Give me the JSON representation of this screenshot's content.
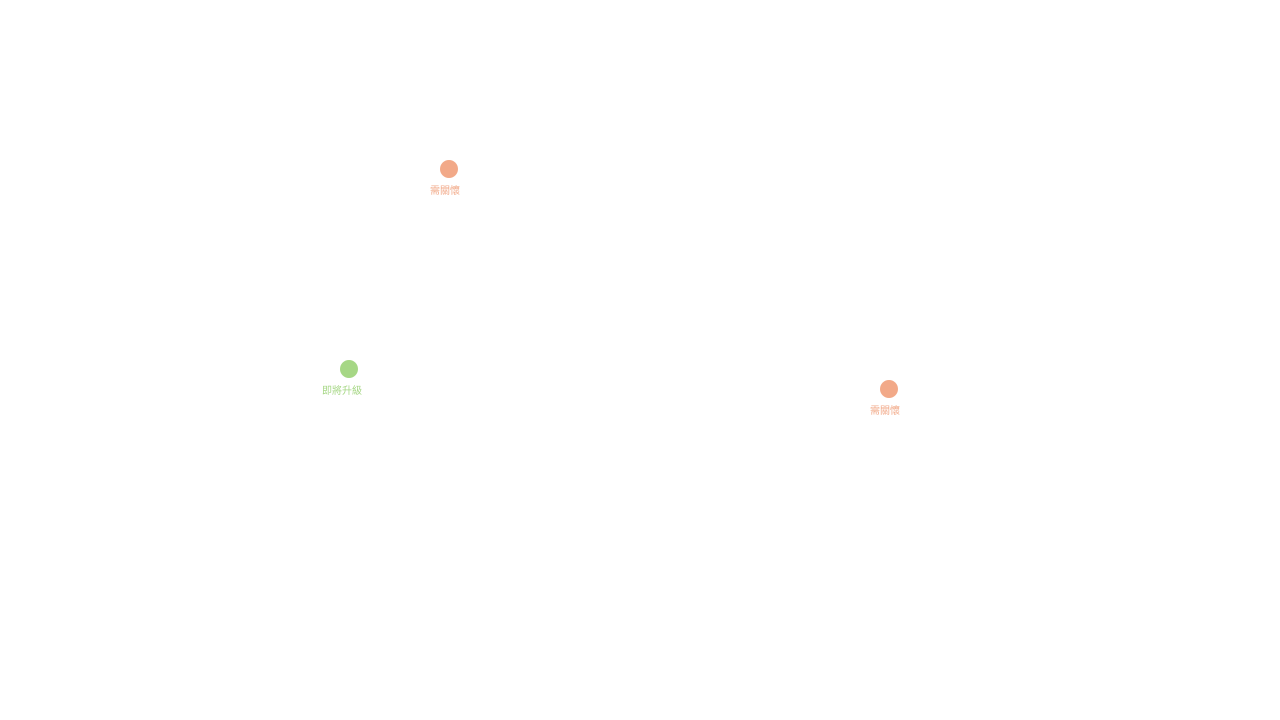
{
  "colors": {
    "needs_care": "#f2a988",
    "upgrade_soon": "#a6d785"
  },
  "nodes": [
    {
      "label": "需關懷",
      "status": "needs_care"
    },
    {
      "label": "即將升級",
      "status": "upgrade_soon"
    },
    {
      "label": "需關懷",
      "status": "needs_care"
    }
  ]
}
